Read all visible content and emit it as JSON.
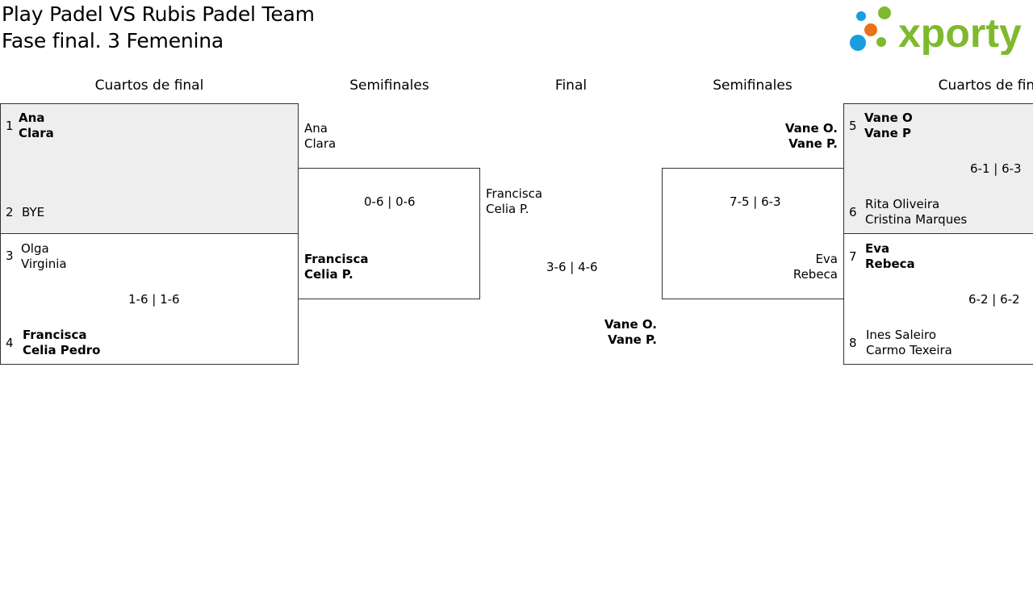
{
  "header": {
    "title_line1": "Play Padel VS Rubis Padel Team",
    "title_line2": "Fase final. 3 Femenina",
    "logo_text": "xporty"
  },
  "rounds": {
    "left_quarters": "Cuartos de final",
    "left_semis": "Semifinales",
    "final": "Final",
    "right_semis": "Semifinales",
    "right_quarters": "Cuartos de final"
  },
  "left_quarters": [
    {
      "seed_a": "1",
      "team_a": [
        "Ana",
        "Clara"
      ],
      "seed_b": "2",
      "team_b": [
        "BYE"
      ],
      "score": ""
    },
    {
      "seed_a": "3",
      "team_a": [
        "Olga",
        "Virginia"
      ],
      "seed_b": "4",
      "team_b": [
        "Francisca",
        "Celia Pedro"
      ],
      "score": "1-6 | 1-6"
    }
  ],
  "left_semi": {
    "team_a": [
      "Ana",
      "Clara"
    ],
    "team_b": [
      "Francisca",
      "Celia P."
    ],
    "score": "0-6 | 0-6"
  },
  "final": {
    "team_a": [
      "Francisca",
      "Celia P."
    ],
    "team_b": [
      "Vane O.",
      "Vane P."
    ],
    "score": "3-6 | 4-6"
  },
  "right_semi": {
    "team_a": [
      "Vane O.",
      "Vane P."
    ],
    "team_b": [
      "Eva",
      "Rebeca"
    ],
    "score": "7-5 | 6-3"
  },
  "right_quarters": [
    {
      "seed_a": "5",
      "team_a": [
        "Vane O",
        "Vane P"
      ],
      "seed_b": "6",
      "team_b": [
        "Rita Oliveira",
        "Cristina Marques"
      ],
      "score": "6-1 | 6-3"
    },
    {
      "seed_a": "7",
      "team_a": [
        "Eva",
        "Rebeca"
      ],
      "seed_b": "8",
      "team_b": [
        "Ines Saleiro",
        "Carmo Texeira"
      ],
      "score": "6-2 | 6-2"
    }
  ],
  "colors": {
    "logo_green": "#7dba2e",
    "logo_blue": "#1a9de0",
    "logo_orange": "#e8731a",
    "shade": "#eeeeee"
  }
}
